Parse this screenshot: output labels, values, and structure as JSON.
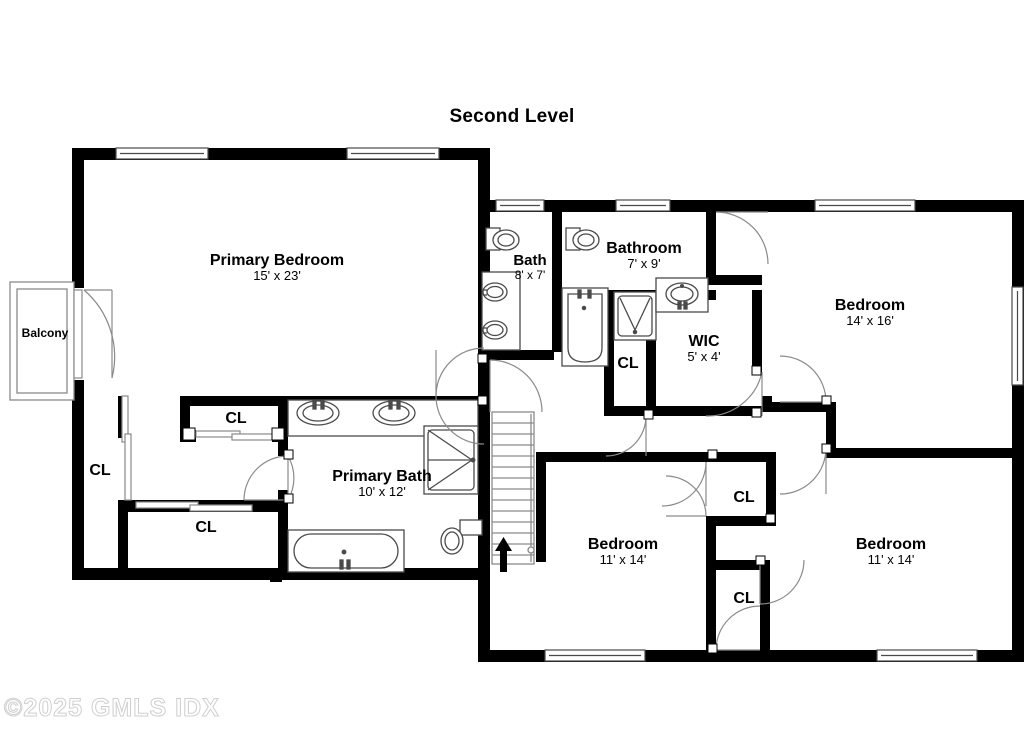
{
  "title": "Second Level",
  "watermark": "©2025 GMLS IDX",
  "rooms": [
    {
      "key": "primary_bedroom",
      "name": "Primary Bedroom",
      "dimensions": "15' x 23'"
    },
    {
      "key": "bath",
      "name": "Bath",
      "dimensions": "8' x 7'"
    },
    {
      "key": "bathroom",
      "name": "Bathroom",
      "dimensions": "7' x 9'"
    },
    {
      "key": "wic",
      "name": "WIC",
      "dimensions": "5' x 4'"
    },
    {
      "key": "bedroom_14x16",
      "name": "Bedroom",
      "dimensions": "14' x 16'"
    },
    {
      "key": "primary_bath",
      "name": "Primary Bath",
      "dimensions": "10' x 12'"
    },
    {
      "key": "bedroom_11x14_left",
      "name": "Bedroom",
      "dimensions": "11' x 14'"
    },
    {
      "key": "bedroom_11x14_right",
      "name": "Bedroom",
      "dimensions": "11' x 14'"
    }
  ],
  "closets": [
    {
      "key": "cl_far_left",
      "label": "CL"
    },
    {
      "key": "cl_upper_left",
      "label": "CL"
    },
    {
      "key": "cl_lower_left",
      "label": "CL"
    },
    {
      "key": "cl_center",
      "label": "CL"
    },
    {
      "key": "cl_mid_right_upper",
      "label": "CL"
    },
    {
      "key": "cl_mid_right_lower",
      "label": "CL"
    }
  ],
  "balcony": {
    "label": "Balcony"
  },
  "colors": {
    "wall": "#000000",
    "fixture_line": "#4a4a4a",
    "thin_line": "#8a8a8a",
    "floor": "#ffffff",
    "watermark": "#cfcfcf"
  },
  "stairs": {
    "direction_icon": "up-arrow-icon",
    "tread_count": 13
  }
}
